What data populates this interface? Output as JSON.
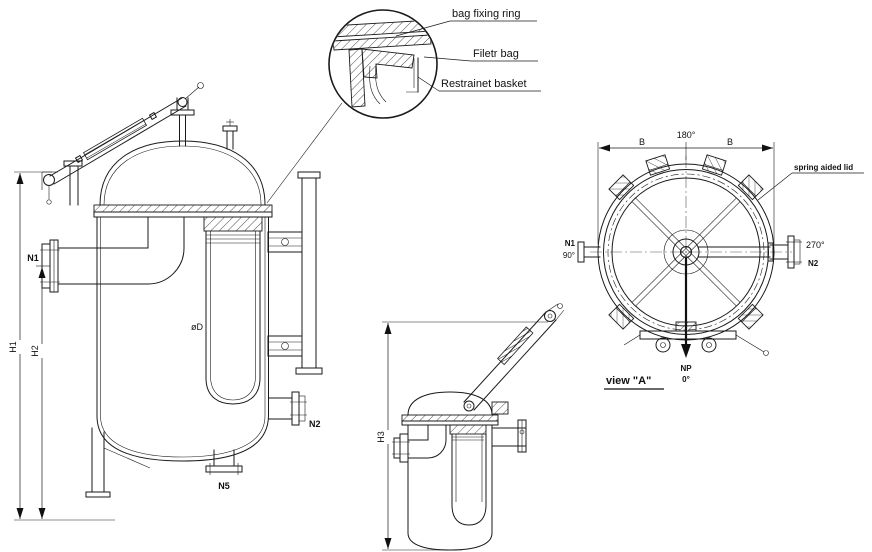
{
  "drawing_type": "bag filter vessel engineering drawing",
  "detail": {
    "bag_fixing_ring": "bag fixing ring",
    "filter_bag": "Filetr bag",
    "restrainer_basket": "Restrainet basket"
  },
  "front": {
    "nozzle_n1": "N1",
    "nozzle_n2": "N2",
    "nozzle_n5": "N5",
    "dim_h1": "H1",
    "dim_h2": "H2",
    "dim_diameter": "øD"
  },
  "side": {
    "dim_h3": "H3"
  },
  "top": {
    "view_label": "view \"A\"",
    "dim_total": "180°",
    "dim_b_left": "B",
    "dim_b_right": "B",
    "spring_lid_note": "spring aided lid",
    "angle_270": "270°",
    "nozzle_n2": "N2",
    "nozzle_n1": "N1",
    "angle_90": "90°",
    "north_pointer": "NP",
    "angle_0": "0°"
  },
  "colors": {
    "line": "#1a1a1a",
    "background": "#ffffff"
  }
}
